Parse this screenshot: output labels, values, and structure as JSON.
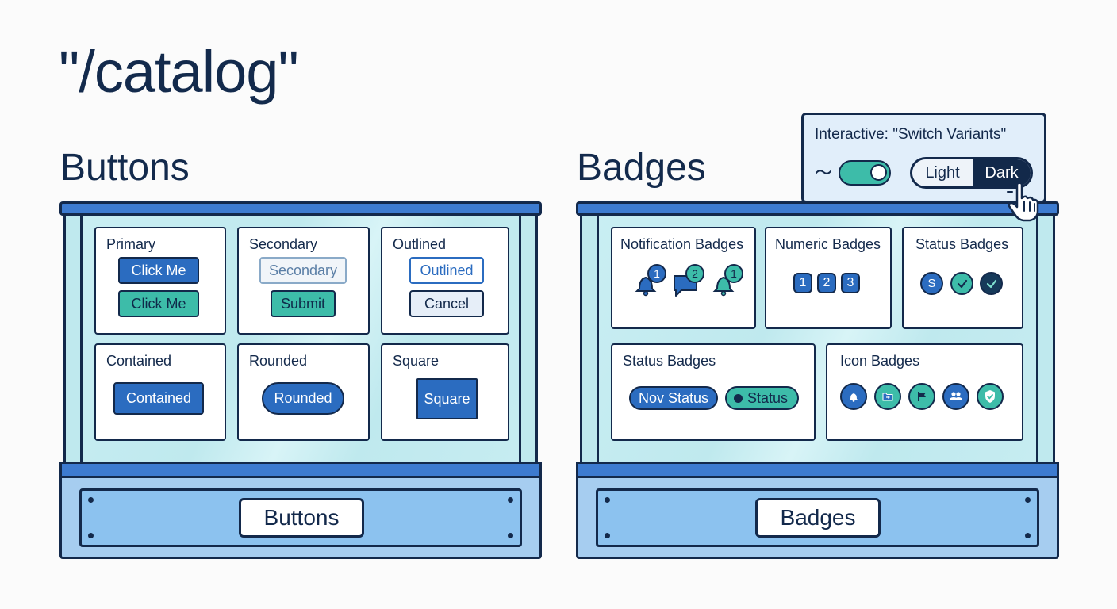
{
  "page": {
    "title": "\"/catalog\""
  },
  "buttons_section": {
    "heading": "Buttons",
    "plaque_label": "Buttons",
    "cards": {
      "primary": {
        "title": "Primary",
        "btn1": "Click Me",
        "btn2": "Click Me"
      },
      "secondary": {
        "title": "Secondary",
        "btn1": "Secondary",
        "btn2": "Submit"
      },
      "outlined": {
        "title": "Outlined",
        "btn1": "Outlined",
        "btn2": "Cancel"
      },
      "contained": {
        "title": "Contained",
        "btn1": "Contained"
      },
      "rounded": {
        "title": "Rounded",
        "btn1": "Rounded"
      },
      "square": {
        "title": "Square",
        "btn1": "Square"
      }
    }
  },
  "badges_section": {
    "heading": "Badges",
    "plaque_label": "Badges",
    "cards": {
      "notification": {
        "title": "Notification Badges",
        "icons": [
          "bell-icon",
          "chat-icon",
          "bell-icon"
        ],
        "counts": [
          "1",
          "2",
          "1"
        ]
      },
      "numeric": {
        "title": "Numeric Badges",
        "values": [
          "1",
          "2",
          "3"
        ]
      },
      "status_top": {
        "title": "Status Badges",
        "first": "S"
      },
      "status_pills": {
        "title": "Status Badges",
        "pill1": "Nov Status",
        "pill2": "Status"
      },
      "icon_badges": {
        "title": "Icon Badges",
        "icons": [
          "bell-icon",
          "folder-icon",
          "flag-icon",
          "group-icon",
          "shield-check-icon"
        ]
      }
    }
  },
  "popup": {
    "title": "Interactive: \"Switch Variants\"",
    "toggle_state": "on",
    "segment": {
      "light": "Light",
      "dark": "Dark",
      "selected": "Dark"
    }
  },
  "colors": {
    "navy": "#13294b",
    "blue": "#2b6cc0",
    "teal": "#3dbca9",
    "glass": "#bfe9ee"
  }
}
